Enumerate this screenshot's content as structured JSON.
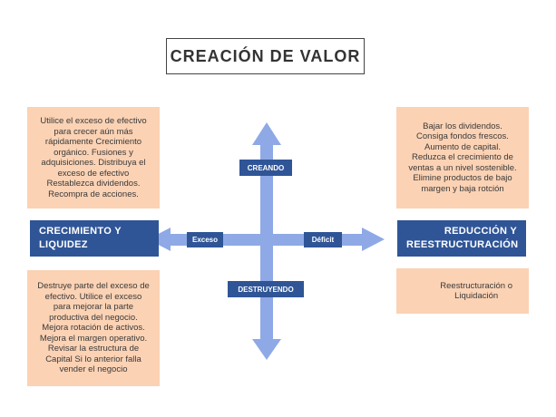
{
  "title": "CREACIÓN DE VALOR",
  "axis_labels": {
    "up": "CREANDO",
    "down": "DESTRUYENDO",
    "left": "Exceso",
    "right": "Déficit"
  },
  "side_boxes": {
    "left_line1": "CRECIMIENTO Y",
    "left_line2": "LIQUIDEZ",
    "right_line1": "REDUCCIÓN Y",
    "right_line2": "REESTRUCTURACIÓN"
  },
  "quadrants": {
    "top_left": [
      "Utilice el exceso de efectivo",
      "para crecer aún más",
      "rápidamente Crecimiento",
      "orgánico. Fusiones y",
      "adquisiciones. Distribuya el",
      "exceso de efectivo",
      "Restablezca dividendos.",
      "Recompra de acciones."
    ],
    "top_right": [
      "Bajar los dividendos.",
      "Consiga fondos frescos.",
      "Aumento de capital.",
      "Reduzca el crecimiento de",
      "ventas a un nivel sostenible.",
      "Elimine productos de bajo",
      "margen y baja rotción"
    ],
    "bottom_left": [
      "Destruye parte del exceso de",
      "efectivo. Utilice el exceso",
      "para mejorar la parte",
      "productiva del negocio.",
      "Mejora rotación de activos.",
      "Mejora el margen operativo.",
      "Revisar la estructura de",
      "Capital Si lo anterior falla",
      "vender el negocio"
    ],
    "bottom_right": [
      "Reestructuración o",
      "Liquidación"
    ]
  },
  "colors": {
    "arrow": "#8ea9e6",
    "label_bg": "#2f5597",
    "note_bg": "#fbd2b4"
  }
}
